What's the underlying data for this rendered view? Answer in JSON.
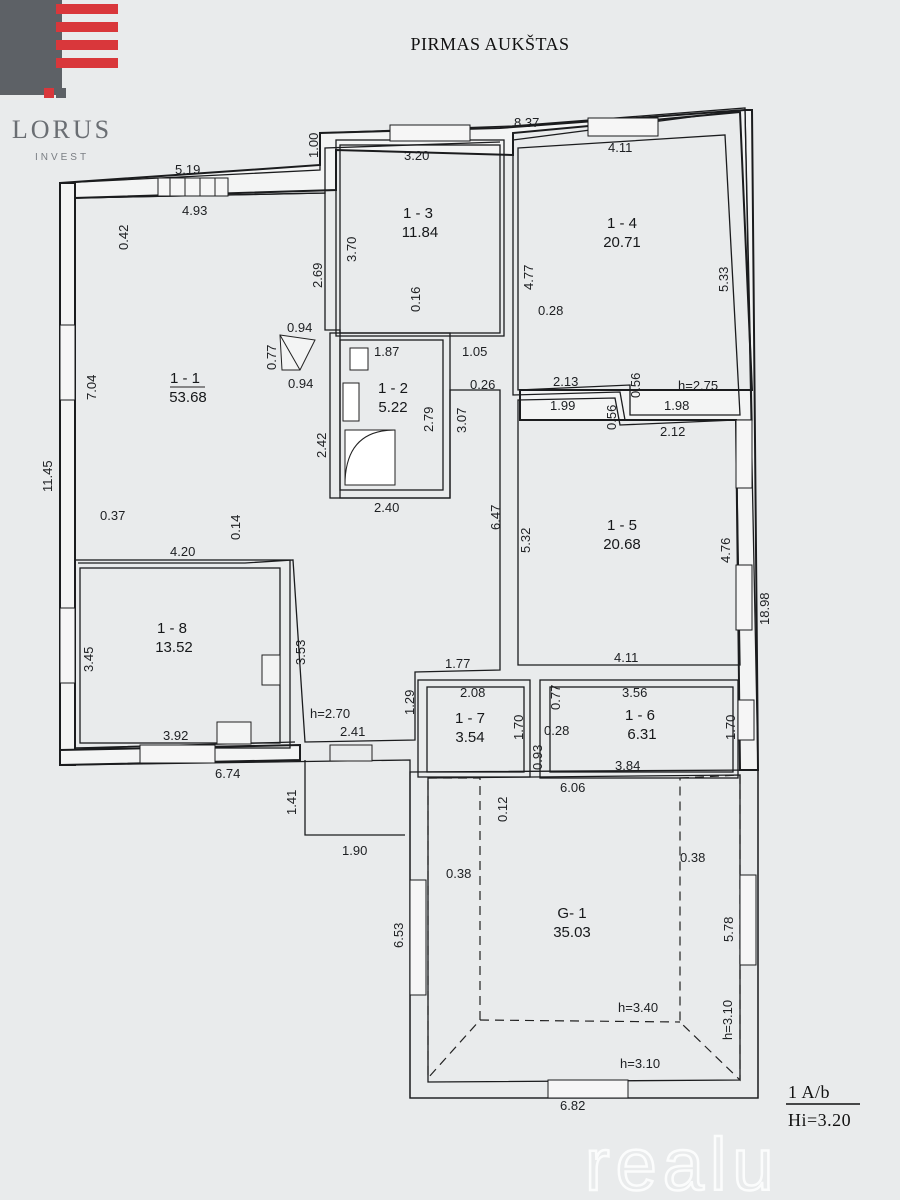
{
  "plan": {
    "title": "PIRMAS AUKŠTAS",
    "legend": {
      "sheet": "1 A/b",
      "height": "Hi=3.20"
    }
  },
  "logo": {
    "name": "LORUS",
    "sub": "INVEST"
  },
  "watermark": "realu",
  "rooms": [
    {
      "id": "1 - 1",
      "area": "53.68"
    },
    {
      "id": "1 - 2",
      "area": "5.22"
    },
    {
      "id": "1 - 3",
      "area": "11.84"
    },
    {
      "id": "1 - 4",
      "area": "20.71"
    },
    {
      "id": "1 - 5",
      "area": "20.68"
    },
    {
      "id": "1 - 6",
      "area": "6.31"
    },
    {
      "id": "1 - 7",
      "area": "3.54"
    },
    {
      "id": "1 - 8",
      "area": "13.52"
    },
    {
      "id": "G- 1",
      "area": "35.03"
    }
  ],
  "heights": [
    "h=2.75",
    "h=2.70",
    "h=3.40",
    "h=3.10",
    "h=3.10"
  ],
  "dims": [
    "5.19",
    "4.93",
    "0.42",
    "1.00",
    "3.20",
    "8.37",
    "4.11",
    "3.70",
    "2.69",
    "0.16",
    "4.77",
    "5.33",
    "0.28",
    "0.94",
    "0.77",
    "0.94",
    "1.87",
    "1.05",
    "0.26",
    "7.04",
    "11.45",
    "2.42",
    "2.79",
    "3.07",
    "2.13",
    "0.56",
    "1.99",
    "0.56",
    "1.98",
    "2.12",
    "2.40",
    "0.37",
    "0.14",
    "4.20",
    "6.47",
    "5.32",
    "4.76",
    "3.45",
    "3.53",
    "18.98",
    "4.11",
    "1.77",
    "1.29",
    "2.08",
    "0.77",
    "3.56",
    "1.70",
    "1.70",
    "0.28",
    "0.93",
    "3.92",
    "2.41",
    "6.74",
    "3.84",
    "6.06",
    "1.41",
    "0.12",
    "1.90",
    "0.38",
    "0.38",
    "6.53",
    "5.78",
    "6.82"
  ]
}
